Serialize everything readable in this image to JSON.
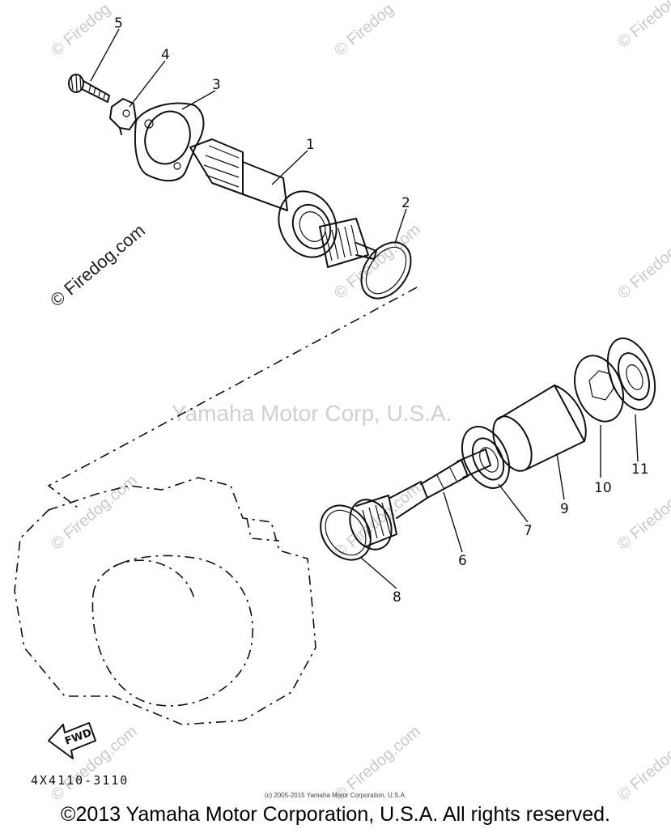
{
  "watermark": {
    "site": "© Firedog.com",
    "site_short": "© Firedog",
    "center": "Yamaha Motor Corp, U.S.A."
  },
  "callouts": [
    "5",
    "4",
    "3",
    "1",
    "2",
    "6",
    "7",
    "8",
    "9",
    "10",
    "11"
  ],
  "fwd_label": "FWD",
  "drawing_code": "4X4110-3110",
  "small_credit": "(c) 2005-2015 Yamaha Motor Corporation, U.S.A.",
  "copyright": "©2013 Yamaha Motor Corporation, U.S.A. All rights reserved."
}
